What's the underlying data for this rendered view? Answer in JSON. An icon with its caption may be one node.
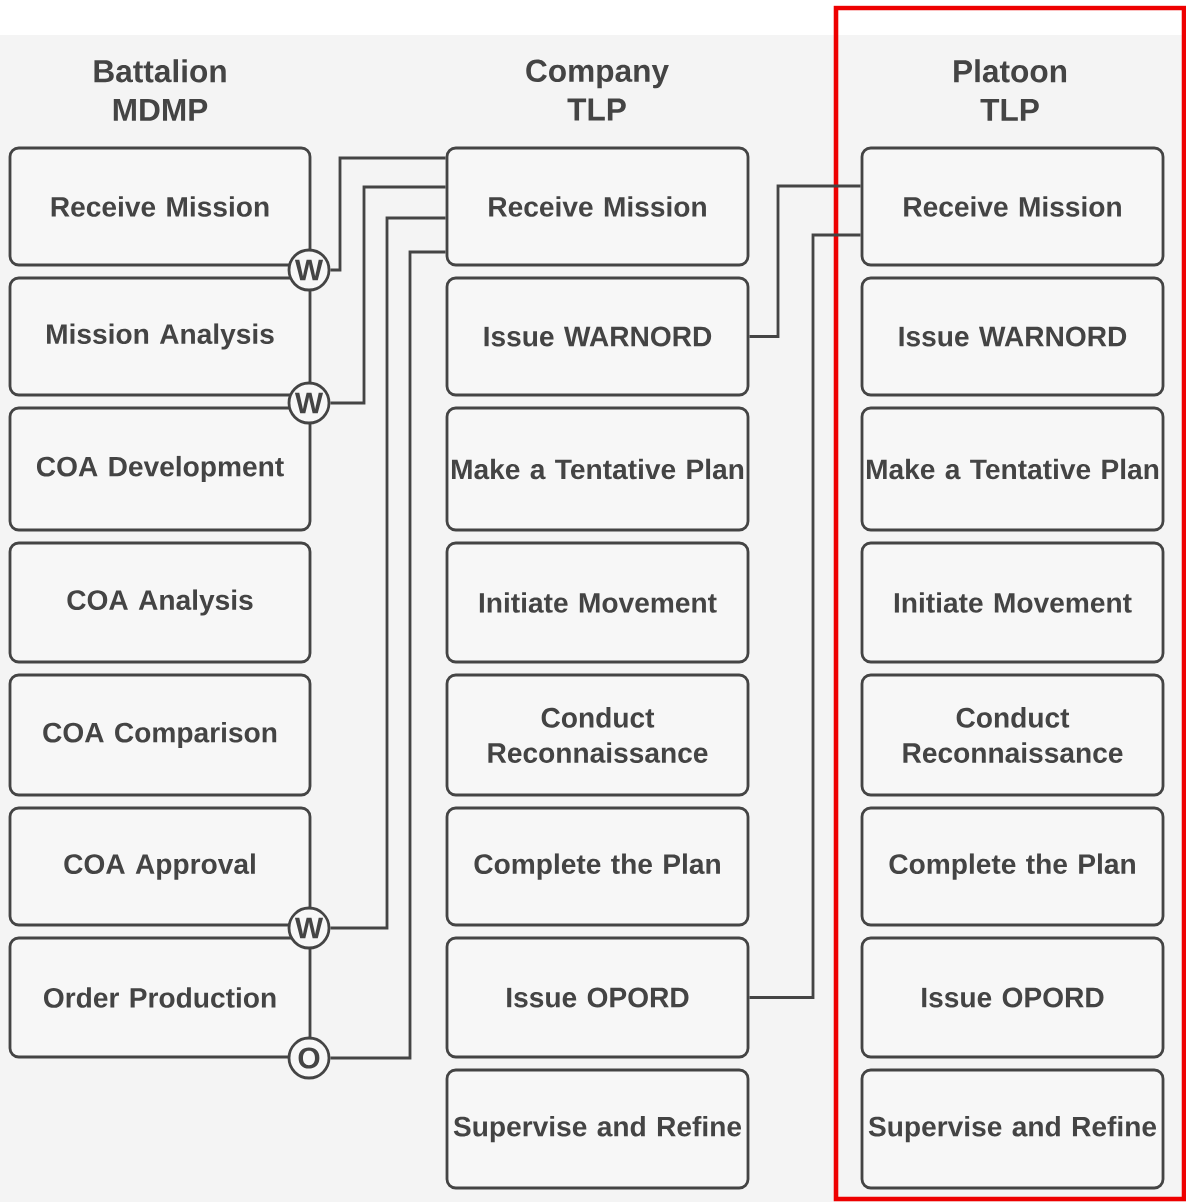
{
  "diagram": {
    "nodes": [
      {
        "text": [
          "Receive Mission"
        ]
      },
      {
        "text": [
          "Mission Analysis"
        ]
      },
      {
        "text": [
          "COA Development"
        ]
      },
      {
        "text": [
          "COA Analysis"
        ]
      },
      {
        "text": [
          "COA Comparison"
        ]
      },
      {
        "text": [
          "COA Approval"
        ]
      },
      {
        "text": [
          "Order Production"
        ]
      },
      {
        "text": [
          "W"
        ]
      },
      {
        "text": [
          "W"
        ]
      },
      {
        "text": [
          "W"
        ]
      },
      {
        "text": [
          "O"
        ]
      },
      {
        "text": [
          "Receive Mission"
        ]
      },
      {
        "text": [
          "Issue WARNORD"
        ]
      },
      {
        "text": [
          "Make a Tentative Plan"
        ]
      },
      {
        "text": [
          "Initiate Movement"
        ]
      },
      {
        "text": [
          "Conduct Reconnaissance"
        ]
      },
      {
        "text": [
          "Complete the Plan"
        ]
      },
      {
        "text": [
          "Issue OPORD"
        ]
      },
      {
        "text": [
          "Supervise and Refine"
        ]
      },
      {
        "text": [
          "Platoon TLP"
        ]
      },
      {
        "text": [
          "Receive Mission"
        ],
        "in": 19
      },
      {
        "text": [
          "Issue WARNORD"
        ],
        "in": 19
      },
      {
        "text": [
          "Make a Tentative Plan"
        ],
        "in": 19
      },
      {
        "text": [
          "Initiate Movement"
        ],
        "in": 19
      },
      {
        "text": [
          "Conduct Reconnaissance"
        ],
        "in": 19
      },
      {
        "text": [
          "Complete the Plan"
        ],
        "in": 19
      },
      {
        "text": [
          "Issue OPORD"
        ],
        "in": 19
      },
      {
        "text": [
          "Supervise and Refine"
        ],
        "in": 19
      }
    ],
    "edges": [
      {
        "from": 7,
        "to": 11,
        "arrow": "none"
      },
      {
        "from": 8,
        "to": 11,
        "arrow": "none"
      },
      {
        "from": 9,
        "to": 11,
        "arrow": "none"
      },
      {
        "from": 10,
        "to": 11,
        "arrow": "none"
      },
      {
        "from": 12,
        "to": 20,
        "arrow": "none"
      },
      {
        "from": 17,
        "to": 20,
        "arrow": "none"
      }
    ],
    "labels": [
      "Battalion MDMP",
      "Company TLP"
    ]
  }
}
